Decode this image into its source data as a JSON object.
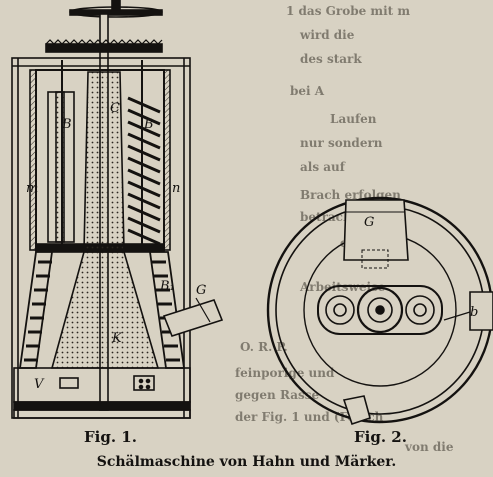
{
  "figure": {
    "fig1_caption": "Fig. 1.",
    "fig2_caption": "Fig. 2.",
    "title": "Schälmaschine von Hahn und Märker.",
    "fig1_labels": {
      "c": "C",
      "b_left": "B",
      "b_right": "B",
      "m": "m",
      "n": "n",
      "g": "G",
      "b1": "B₁",
      "k": "K",
      "v": "V"
    },
    "fig2_labels": {
      "g": "G",
      "b": "b"
    }
  },
  "bleed_through": [
    "1 das Grobe mit m",
    "wird die",
    "des stark",
    "bei A",
    "Laufen",
    "nur sondern",
    "als auf",
    "Brach erfolgen",
    "betrachtet",
    "des",
    "Arbeitsweise",
    "O. R. P.",
    "feinporige und",
    "gegen Rasse",
    "der Fig. 1 und (Fetsch",
    "von die"
  ]
}
